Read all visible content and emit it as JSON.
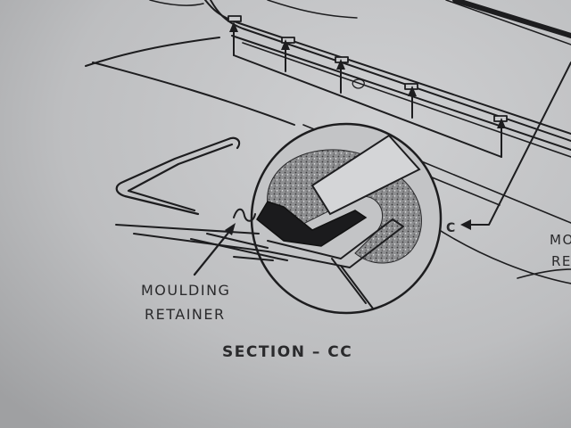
{
  "diagram": {
    "labels": {
      "moulding_line1": "MOULDING",
      "moulding_line2": "RETAINER",
      "section_title": "SECTION – CC",
      "callout_c": "C",
      "edge_label_line1": "MO",
      "edge_label_line2": "RE"
    },
    "colors": {
      "paper": "#c0c1c3",
      "ink": "#1d1d1f",
      "foam": "#8c8c8e"
    }
  }
}
